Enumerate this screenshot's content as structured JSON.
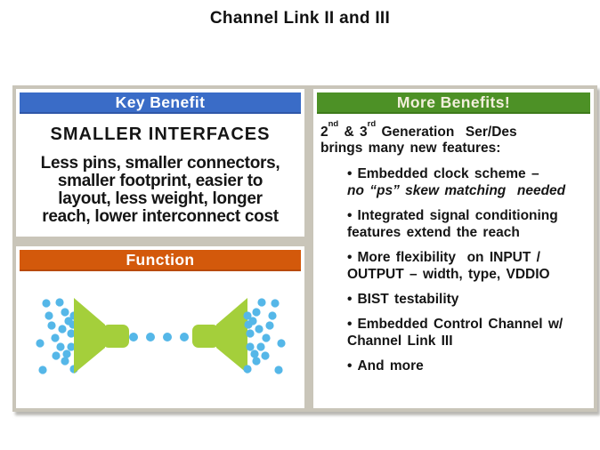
{
  "title": "Channel Link II and III",
  "colors": {
    "header-blue": "#3a6cc7",
    "header-green": "#4d9126",
    "header-orange": "#d3590b",
    "header-text": "#ffffff",
    "green-header-text": "#f2efdb",
    "frame-tan": "#c9c5b9",
    "funnel-green": "#a4cf3b",
    "dot-blue": "#55b7e8",
    "body-text": "#151515"
  },
  "key_benefit": {
    "header": "Key Benefit",
    "heading": "SMALLER INTERFACES",
    "lines": [
      "Less pins, smaller connectors,",
      "smaller footprint, easier to",
      "layout, less weight, longer",
      "reach, lower interconnect cost"
    ]
  },
  "function_section": {
    "header": "Function"
  },
  "benefits": {
    "header": "More Benefits!",
    "intro": {
      "p1": "2",
      "sup1": "nd",
      "p2": " & 3",
      "sup2": "rd",
      "p3": " Generation  Ser/Des",
      "line2": "brings many new features:"
    },
    "bullet_char": "•",
    "bullets": [
      {
        "line1": "Embedded clock scheme –",
        "line2": "no “ps” skew matching  needed"
      },
      {
        "line1": "Integrated signal conditioning",
        "line2": "features extend the reach"
      },
      {
        "line1": "More flexibility  on INPUT /",
        "line2": "OUTPUT – width, type, VDDIO"
      },
      {
        "line1": "BIST testability"
      },
      {
        "line1": "Embedded Control Channel w/",
        "line2": "Channel Link III"
      },
      {
        "line1": "And more"
      }
    ]
  }
}
